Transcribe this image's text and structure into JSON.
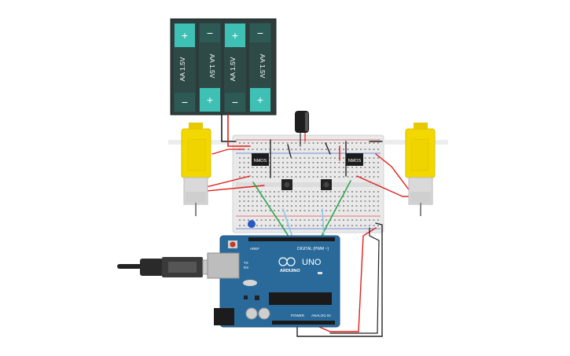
{
  "battery_pack": {
    "cells": [
      {
        "label": "AA 1.5V",
        "plus": "+",
        "minus": "−",
        "plus_top": true
      },
      {
        "label": "AA 1.5V",
        "plus": "+",
        "minus": "−",
        "plus_top": false
      },
      {
        "label": "AA 1.5V",
        "plus": "+",
        "minus": "−",
        "plus_top": true
      },
      {
        "label": "AA 1.5V",
        "plus": "+",
        "minus": "−",
        "plus_top": false
      }
    ]
  },
  "transistors": {
    "left_label": "NMOS",
    "right_label": "NMOS"
  },
  "arduino": {
    "brand": "ARDUINO",
    "model": "UNO",
    "digital_header": "DIGITAL (PWM ~)",
    "power_label": "POWER",
    "analog_label": "ANALOG IN",
    "aref": "AREF",
    "tx": "TX",
    "rx": "RX"
  },
  "colors": {
    "wire_red": "#e0201b",
    "wire_black": "#222222",
    "wire_green": "#2fa84f",
    "wire_lightblue": "#8fc6e6",
    "motor_yellow": "#f3d800",
    "battery_teal": "#3fc0b5",
    "battery_dark": "#2d3b3a",
    "arduino_blue": "#2a6a9a",
    "breadboard": "#e9e9e9"
  }
}
